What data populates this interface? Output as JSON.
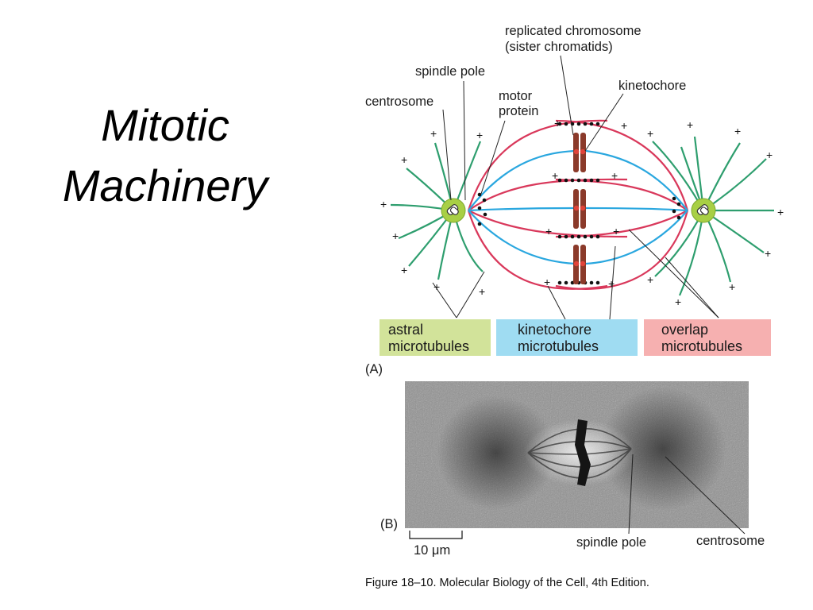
{
  "slide": {
    "title_line1": "Mitotic",
    "title_line2": "Machinery"
  },
  "labels": {
    "replicated_line1": "replicated chromosome",
    "replicated_line2": "(sister chromatids)",
    "spindle_pole": "spindle pole",
    "kinetochore": "kinetochore",
    "centrosome": "centrosome",
    "motor_line1": "motor",
    "motor_line2": "protein"
  },
  "legend": [
    {
      "line1": "astral",
      "line2": "microtubules",
      "color": "#d2e39a"
    },
    {
      "line1": "kinetochore",
      "line2": "microtubules",
      "color": "#9fdcf2"
    },
    {
      "line1": "overlap",
      "line2": "microtubules",
      "color": "#f6b0b0"
    }
  ],
  "panel_a": "(A)",
  "panel_b": "(B)",
  "scale_bar": "10 μm",
  "micrograph_labels": {
    "spindle_pole": "spindle pole",
    "centrosome": "centrosome"
  },
  "plus_sign": "+",
  "figure_caption": "Figure 18–10. Molecular Biology of the Cell, 4th Edition.",
  "colors": {
    "astral": "#2e9e6e",
    "kinetochore_mt": "#2aa7df",
    "overlap": "#d9385b",
    "chromosome": "#8b3a2a",
    "centrosome": "#a8cf45"
  }
}
